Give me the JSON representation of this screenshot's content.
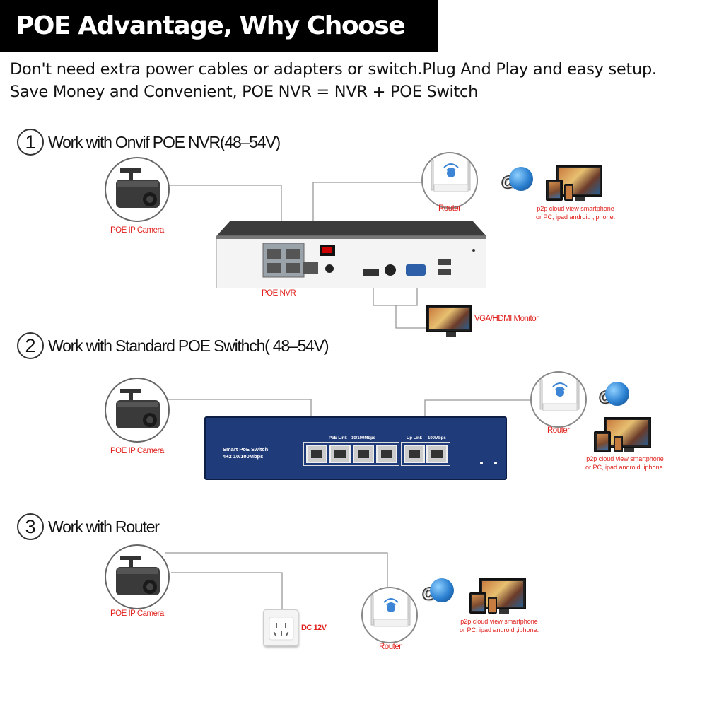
{
  "header": {
    "title": "POE Advantage, Why Choose POE ?",
    "line1": "Don't need extra power cables or adapters or switch.Plug And Play and easy setup.",
    "line2": "Save Money and Convenient, POE NVR = NVR + POE Switch"
  },
  "sections": [
    {
      "number": "1",
      "title": "Work with Onvif POE NVR(48–54V)",
      "camera_label": "POE IP Camera",
      "device_label": "POE NVR",
      "router_label": "Router",
      "cloud_text_1": "p2p cloud  view smartphone",
      "cloud_text_2": "or PC, ipad android ,iphone.",
      "monitor_label": "VGA/HDMI Monitor"
    },
    {
      "number": "2",
      "title": "Work with Standard POE Swithch( 48–54V)",
      "camera_label": "POE IP Camera",
      "router_label": "Router",
      "cloud_text_1": "p2p cloud  view smartphone",
      "cloud_text_2": "or PC, ipad android ,iphone.",
      "switch_brand_1": "Smart PoE Switch",
      "switch_brand_2": "4+2 10/100Mbps",
      "poe_link_label": "PoE Link",
      "speed_label_1": "10/100Mbps",
      "uplink_label": "Up Link",
      "speed_label_2": "100Mbps"
    },
    {
      "number": "3",
      "title": "Work with Router",
      "camera_label": "POE IP Camera",
      "power_label": "DC 12V",
      "router_label": "Router",
      "cloud_text_1": "p2p cloud  view smartphone",
      "cloud_text_2": "or PC, ipad android ,iphone."
    }
  ],
  "icons": [
    "camera-icon",
    "router-icon",
    "globe-icon",
    "monitor-icon",
    "tablet-icon",
    "phone-icon",
    "wall-socket-icon"
  ],
  "colors": {
    "label_red": "#e0201c",
    "switch_blue": "#1f3b7a",
    "title_bg": "#000000"
  }
}
